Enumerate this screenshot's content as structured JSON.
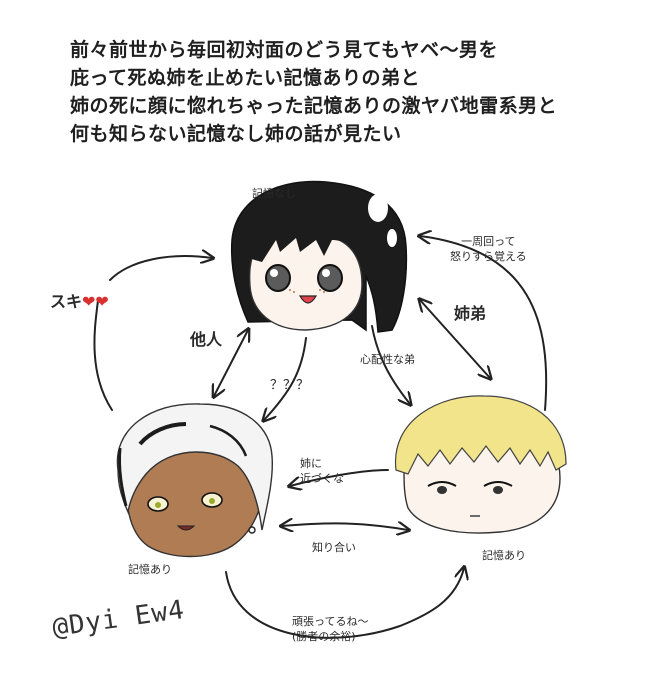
{
  "intro_lines": [
    "前々前世から毎回初対面のどう見てもヤベ〜男を",
    "庇って死ぬ姉を止めたい記憶ありの弟と",
    "姉の死に顔に惚れちゃった記憶ありの激ヤバ地雷系男と",
    "何も知らない記憶なし姉の話が見たい"
  ],
  "characters": {
    "sister": {
      "status": "記憶なし"
    },
    "dark_man": {
      "status": "記憶あり"
    },
    "brother": {
      "status": "記憶あり"
    }
  },
  "relations": {
    "brother_to_sister": [
      "一周回って",
      "怒りすら覚える"
    ],
    "siblings": "姉弟",
    "strangers": "他人",
    "confused": "？？？",
    "worried_brother": "心配性な弟",
    "likes": "スキ",
    "hearts": "❤❤",
    "keep_away": [
      "姉に",
      "近づくな"
    ],
    "acquaintances": "知り合い",
    "good_effort": [
      "頑張ってるね〜",
      "(勝者の余裕)"
    ]
  },
  "signature": "@Dyi Ew4",
  "colors": {
    "line": "#222222",
    "hair_black": "#1c1c1c",
    "hair_white": "#f4f4f4",
    "hair_blond": "#f2e48a",
    "skin_light": "#fbf3ec",
    "skin_dark": "#b07c54",
    "heart": "#d93030"
  }
}
